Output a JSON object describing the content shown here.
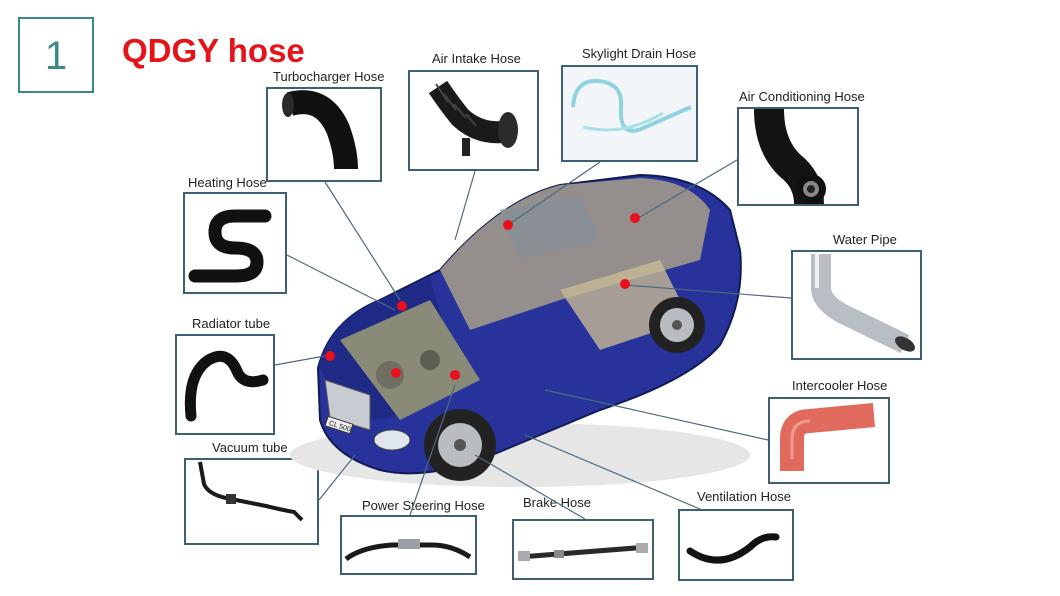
{
  "slide_number": "1",
  "title": "QDGY hose",
  "colors": {
    "accent": "#3c8a86",
    "title": "#e5141b",
    "car_body": "#27339a",
    "dot": "#e8101a",
    "box_border": "#3f5f73"
  },
  "labels": {
    "turbocharger": "Turbocharger Hose",
    "air_intake": "Air Intake Hose",
    "skylight_drain": "Skylight Drain Hose",
    "air_conditioning": "Air Conditioning Hose",
    "heating": "Heating Hose",
    "water_pipe": "Water Pipe",
    "radiator": "Radiator tube",
    "intercooler": "Intercooler Hose",
    "vacuum": "Vacuum tube",
    "power_steering": "Power Steering Hose",
    "brake": "Brake Hose",
    "ventilation": "Ventilation Hose"
  },
  "car_plate": "CL 500"
}
